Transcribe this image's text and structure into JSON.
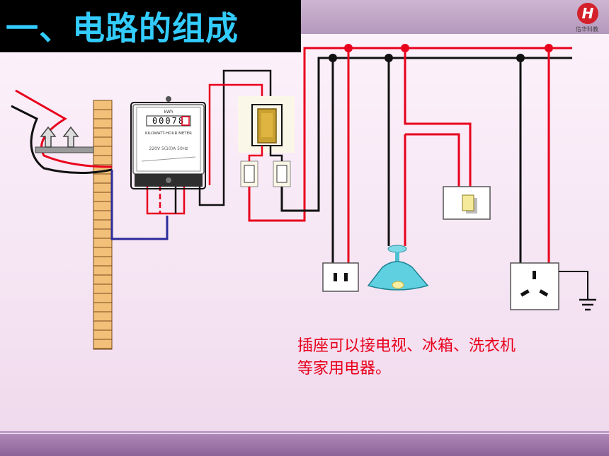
{
  "slide": {
    "title": "一、电路的组成",
    "caption_lines": [
      "插座可以接电视、冰箱、洗衣机",
      "等家用电器。"
    ],
    "logo": {
      "mark": "H",
      "caption": "信华科教"
    }
  },
  "diagram": {
    "meter_reading": "00078",
    "meter_label": "KILOWATT-HOUR METER",
    "meter_specs": "220V 5(10)A 50Hz",
    "wire_colors": {
      "live": "#e8001c",
      "neutral": "#111111",
      "ground": "#2b2b9a"
    },
    "components": [
      "wall",
      "service-wires",
      "electric-meter",
      "main-switch",
      "fuses",
      "socket-two-pin",
      "lamp",
      "wall-switch",
      "socket-three-pin",
      "ground-symbol"
    ]
  }
}
